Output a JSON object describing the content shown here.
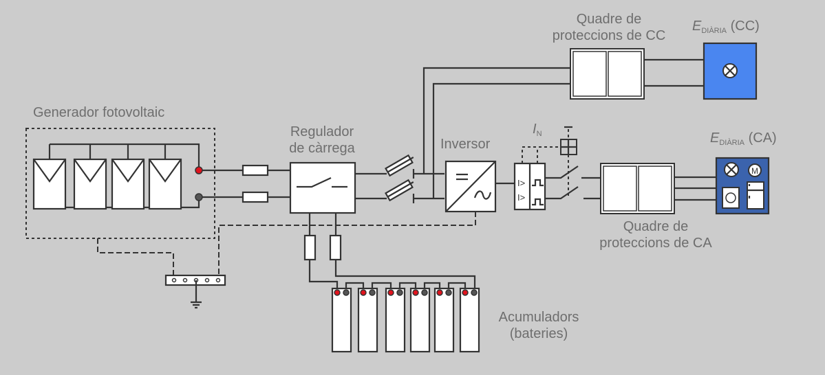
{
  "labels": {
    "generator": "Generador fotovoltaic",
    "regulator_l1": "Regulador",
    "regulator_l2": "de càrrega",
    "inverter": "Inversor",
    "dc_panel_l1": "Quadre de",
    "dc_panel_l2": "proteccions de CC",
    "ac_panel_l1": "Quadre de",
    "ac_panel_l2": "proteccions de CA",
    "e_dc_main": "E",
    "e_dc_sub": "DIÀRIA",
    "e_dc_suffix": "(CC)",
    "e_ac_main": "E",
    "e_ac_sub": "DIÀRIA",
    "e_ac_suffix": "(CA)",
    "in_main": "I",
    "in_sub": "N",
    "batteries_l1": "Acumuladors",
    "batteries_l2": "(bateries)",
    "rcd_symbol": "I>",
    "motor_symbol": "M"
  },
  "components": {
    "pv_modules": 4,
    "batteries": 6,
    "ground_bar_terminals": 5
  },
  "colors": {
    "background": "#cccccc",
    "line": "#333333",
    "text": "#6e6e6e",
    "positive_terminal": "#e0141e",
    "negative_terminal": "#555555",
    "dc_load": "#4a86f0",
    "ac_load": "#3b63ad"
  }
}
